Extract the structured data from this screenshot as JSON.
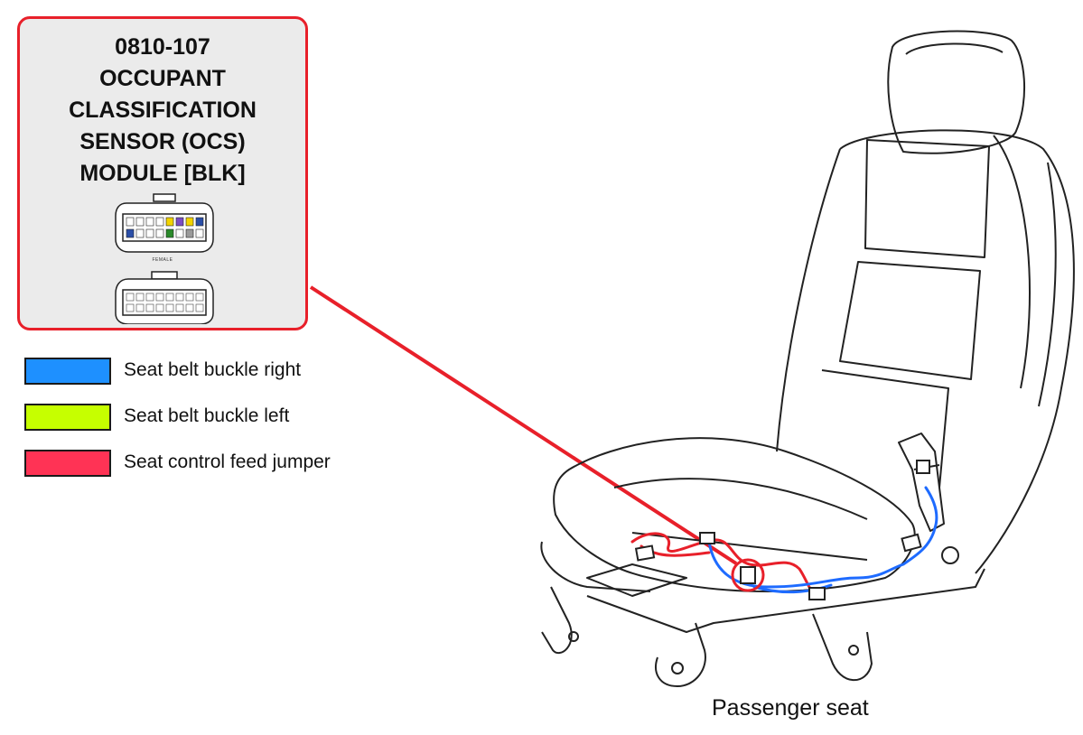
{
  "callout": {
    "title_lines": [
      "0810-107",
      "OCCUPANT",
      "CLASSIFICATION",
      "SENSOR (OCS)",
      "MODULE [BLK]"
    ],
    "connector_label": "FEMALE"
  },
  "legend": [
    {
      "label": "Seat belt buckle right",
      "color": "#1e90ff"
    },
    {
      "label": "Seat belt buckle left",
      "color": "#c6ff00"
    },
    {
      "label": "Seat control feed jumper",
      "color": "#ff3355"
    }
  ],
  "caption": "Passenger seat",
  "colors": {
    "callout_border": "#e8202a",
    "callout_bg": "#ebebeb",
    "wire_blue": "#1e6bff",
    "wire_red": "#e8202a"
  }
}
